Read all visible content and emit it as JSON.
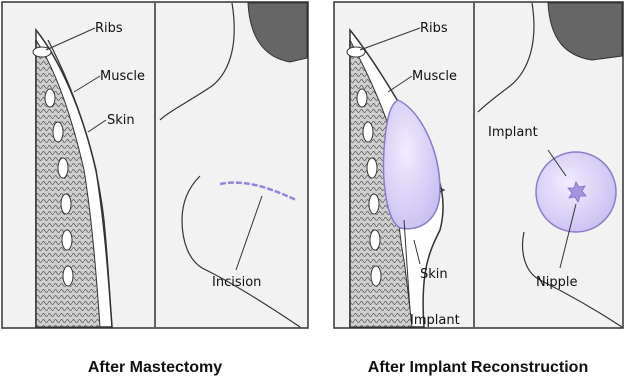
{
  "left_panel": {
    "labels": {
      "ribs": "Ribs",
      "muscle": "Muscle",
      "skin": "Skin",
      "incision": "Incision"
    },
    "caption": "After Mastectomy"
  },
  "right_panel": {
    "labels": {
      "ribs": "Ribs",
      "muscle": "Muscle",
      "skin": "Skin",
      "implant_side": "Implant",
      "implant_front": "Implant",
      "nipple": "Nipple"
    },
    "caption": "After Implant Reconstruction"
  },
  "colors": {
    "panel_bg": "#f2f2f2",
    "outline": "#333333",
    "muscle_fill": "#9a9a9a",
    "implant_fill": "#d9d2f2",
    "implant_stroke": "#8c7cc8",
    "incision": "#8f86d8",
    "hair": "#555555"
  }
}
